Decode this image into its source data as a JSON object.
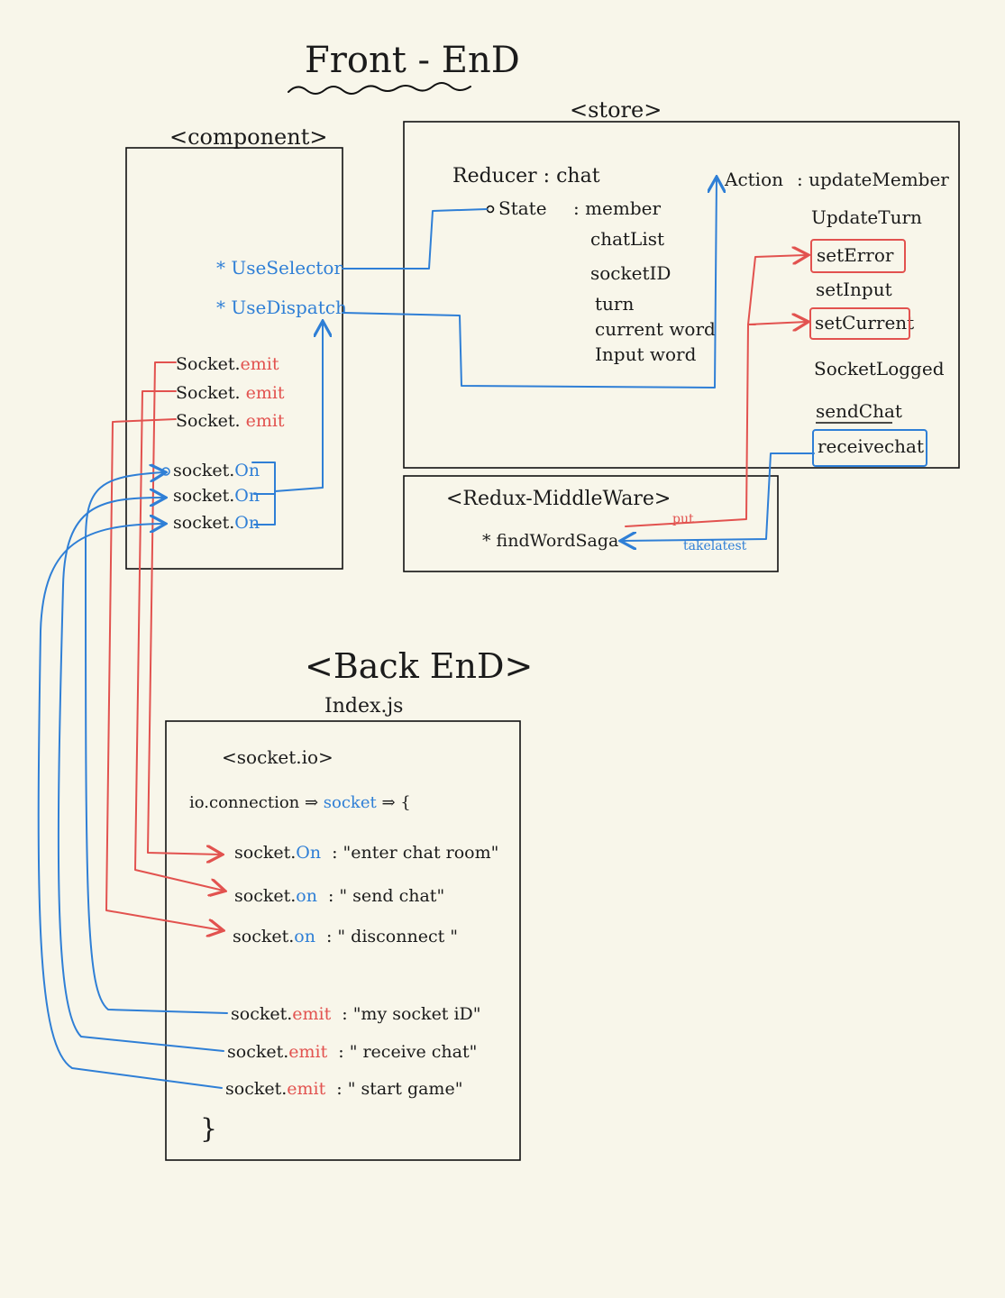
{
  "title": "Front - EnD",
  "frontend": {
    "component": {
      "label": "<component>",
      "use_selector": "* UseSelector",
      "use_dispatch": "* UseDispatch",
      "emits": [
        {
          "obj": "Socket.",
          "method": "emit"
        },
        {
          "obj": "Socket. ",
          "method": "emit"
        },
        {
          "obj": "Socket. ",
          "method": "emit"
        }
      ],
      "ons": [
        {
          "obj": "socket.",
          "method": "On"
        },
        {
          "obj": "socket.",
          "method": "On"
        },
        {
          "obj": "socket.",
          "method": "On"
        }
      ]
    },
    "store": {
      "label": "<store>",
      "reducer": "Reducer : chat",
      "state_label": "State",
      "state_items": [
        ": member",
        "chatList",
        "socketID",
        "turn",
        "current  word",
        "Input  word"
      ],
      "action_label": "Action",
      "actions": [
        ": updateMember",
        "UpdateTurn",
        "setError",
        "setInput",
        "setCurrent",
        "SocketLogged",
        "sendChat",
        "receivechat"
      ]
    },
    "middleware": {
      "label": "<Redux-MiddleWare>",
      "saga": "* findWordSaga",
      "put_label": "put",
      "takelatest_label": "takelatest"
    }
  },
  "backend": {
    "title": "<Back EnD>",
    "file": "Index.js",
    "lib": "<socket.io>",
    "connection": {
      "prefix": "io.connection ⇒ ",
      "socket": "socket",
      "suffix": " ⇒ {"
    },
    "ons": [
      {
        "obj": "socket.",
        "method": "On",
        "event": ": \"enter  chat  room\""
      },
      {
        "obj": "socket.",
        "method": "on",
        "event": ": \" send  chat\""
      },
      {
        "obj": "socket.",
        "method": "on",
        "event": ": \" disconnect \""
      }
    ],
    "emits": [
      {
        "obj": "socket.",
        "method": "emit",
        "event": ": \"my  socket  iD\""
      },
      {
        "obj": "socket.",
        "method": "emit",
        "event": ": \" receive  chat\""
      },
      {
        "obj": "socket.",
        "method": "emit",
        "event": ": \" start  game\""
      }
    ],
    "close": "}"
  }
}
